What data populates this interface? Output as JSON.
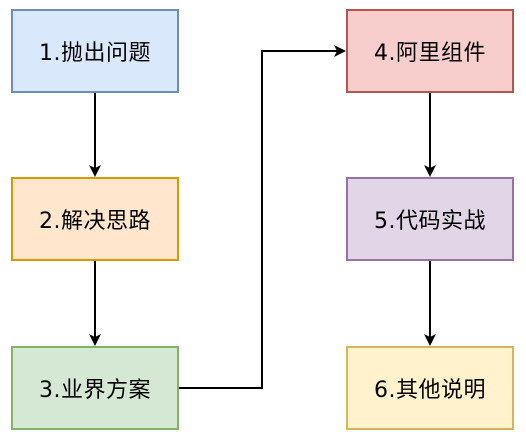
{
  "nodes": [
    {
      "id": "1",
      "label": "1.抛出问题",
      "fill": "#dae8fc",
      "stroke": "#6c8ebf"
    },
    {
      "id": "2",
      "label": "2.解决思路",
      "fill": "#ffe6cc",
      "stroke": "#d79b00"
    },
    {
      "id": "3",
      "label": "3.业界方案",
      "fill": "#d5e8d4",
      "stroke": "#82b366"
    },
    {
      "id": "4",
      "label": "4.阿里组件",
      "fill": "#f8cecc",
      "stroke": "#b85450"
    },
    {
      "id": "5",
      "label": "5.代码实战",
      "fill": "#e1d5e7",
      "stroke": "#9673a6"
    },
    {
      "id": "6",
      "label": "6.其他说明",
      "fill": "#fff2cc",
      "stroke": "#d6b656"
    }
  ],
  "edges": [
    {
      "from": "1",
      "to": "2"
    },
    {
      "from": "2",
      "to": "3"
    },
    {
      "from": "3",
      "to": "4"
    },
    {
      "from": "4",
      "to": "5"
    },
    {
      "from": "5",
      "to": "6"
    }
  ],
  "colors": {
    "connector": "#000000",
    "background": "#ffffff"
  }
}
